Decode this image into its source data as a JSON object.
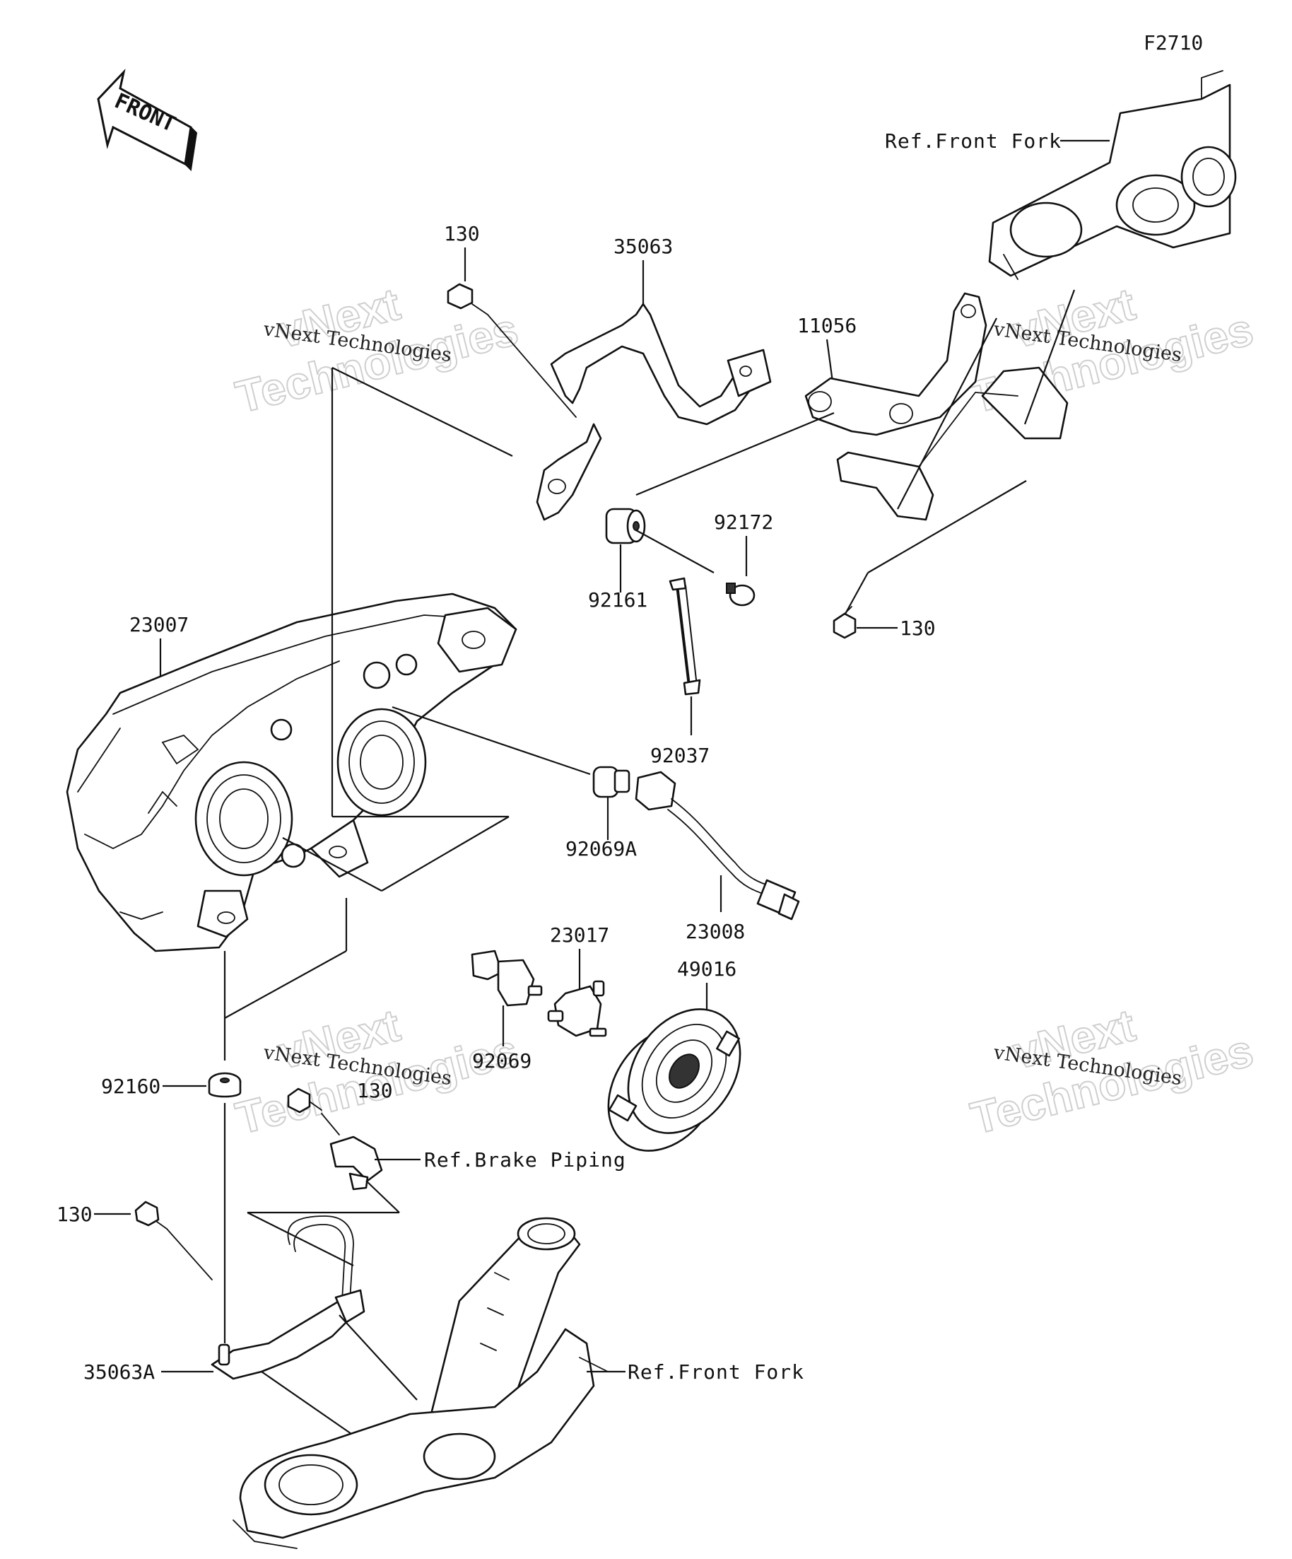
{
  "diagram_code": "F2710",
  "front_arrow_label": "FRONT",
  "part_numbers": {
    "bolt_130_top": "130",
    "bracket_35063": "35063",
    "bracket_11056": "11056",
    "grommet_92161": "92161",
    "screw_92172": "92172",
    "bolt_130_right": "130",
    "headlight_23007": "23007",
    "band_92037": "92037",
    "bulb_92069A": "92069A",
    "socket_23008": "23008",
    "socket_23017": "23017",
    "cover_49016": "49016",
    "bulb_92069": "92069",
    "grommet_92160": "92160",
    "bolt_130_mid": "130",
    "bolt_130_left": "130",
    "bracket_35063A": "35063A"
  },
  "references": {
    "front_fork_top": "Ref.Front Fork",
    "brake_piping": "Ref.Brake Piping",
    "front_fork_bottom": "Ref.Front Fork"
  },
  "watermarks": {
    "company": "vNext Technologies",
    "big_line1": "vNext",
    "big_line2": "Technologies"
  }
}
